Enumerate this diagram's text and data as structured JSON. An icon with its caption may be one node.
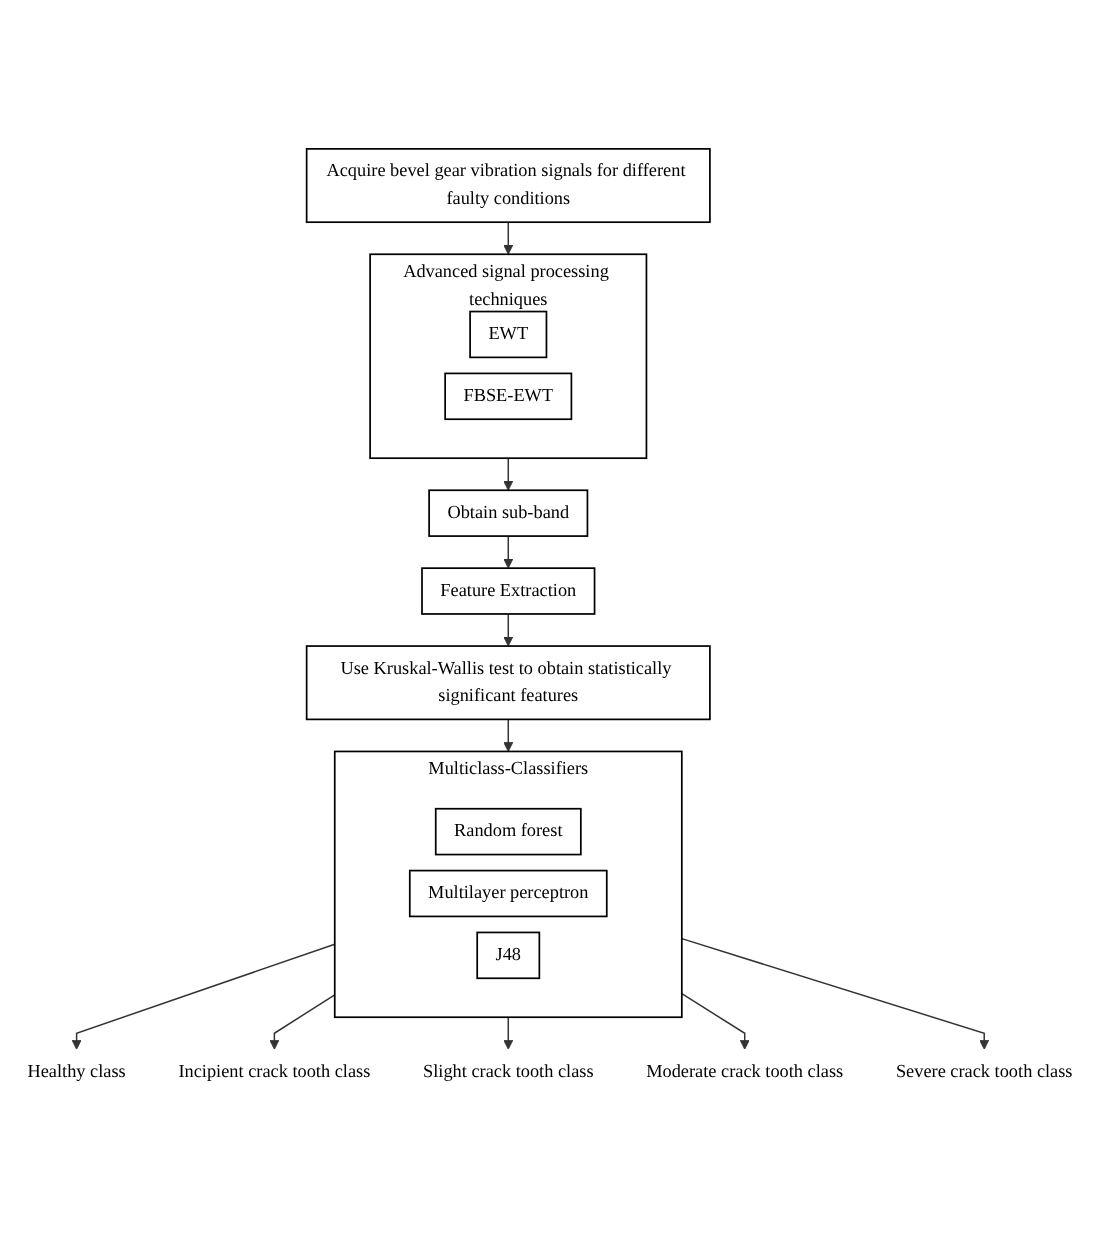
{
  "diagram": {
    "nodes": [
      {
        "text": [
          "Acquire bevel gear vibration signals for different faulty conditions"
        ]
      },
      {
        "text": [
          "Advanced signal processing techniques"
        ]
      },
      {
        "text": [
          "EWT"
        ],
        "in": 1
      },
      {
        "text": [
          "FBSE-EWT"
        ],
        "in": 1
      },
      {
        "text": [
          "Obtain sub-band"
        ]
      },
      {
        "text": [
          "Feature Extraction"
        ]
      },
      {
        "text": [
          "Use Kruskal-Wallis test to obtain statistically significant features"
        ]
      },
      {
        "text": [
          "Multiclass-Classifiers"
        ]
      },
      {
        "text": [
          "Random forest"
        ],
        "in": 7
      },
      {
        "text": [
          "Multilayer perceptron"
        ],
        "in": 7
      },
      {
        "text": [
          "J48"
        ],
        "in": 7
      },
      {
        "text": [
          "Healthy class"
        ]
      },
      {
        "text": [
          "Incipient crack tooth class"
        ]
      },
      {
        "text": [
          "Slight crack tooth class"
        ]
      },
      {
        "text": [
          "Moderate crack tooth class"
        ]
      },
      {
        "text": [
          "Severe crack tooth class"
        ]
      }
    ],
    "edges": [
      {
        "from": 0,
        "to": 1,
        "arrow": "to"
      },
      {
        "from": 1,
        "to": 4,
        "arrow": "to"
      },
      {
        "from": 4,
        "to": 5,
        "arrow": "to"
      },
      {
        "from": 5,
        "to": 6,
        "arrow": "to"
      },
      {
        "from": 6,
        "to": 7,
        "arrow": "to"
      },
      {
        "from": 7,
        "to": 11,
        "arrow": "to"
      },
      {
        "from": 7,
        "to": 12,
        "arrow": "to"
      },
      {
        "from": 7,
        "to": 13,
        "arrow": "to"
      },
      {
        "from": 7,
        "to": 14,
        "arrow": "to"
      },
      {
        "from": 7,
        "to": 15,
        "arrow": "to"
      }
    ]
  }
}
